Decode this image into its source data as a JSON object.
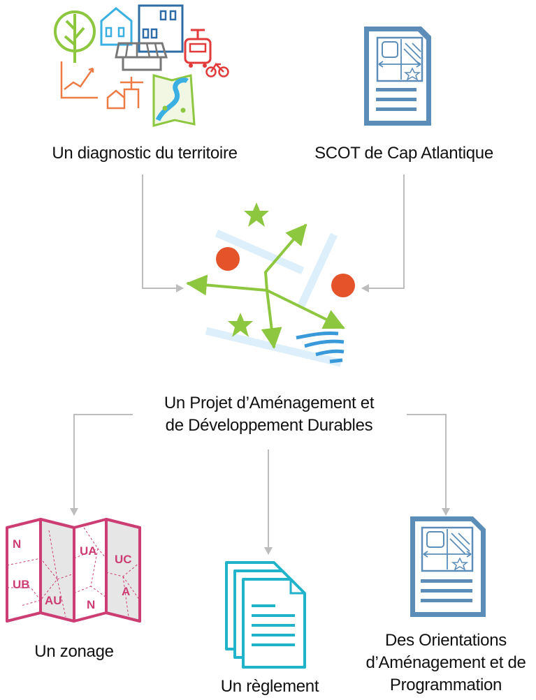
{
  "nodes": {
    "diagnostic": "Un diagnostic du territoire",
    "scot": "SCOT de Cap Atlantique",
    "padd_line1": "Un Projet d’Aménagement et",
    "padd_line2": "de Développement Durables",
    "zonage": "Un zonage",
    "reglement": "Un règlement",
    "oap_line1": "Des Orientations",
    "oap_line2": "d’Aménagement et de",
    "oap_line3": "Programmation"
  },
  "zoning_map_labels": [
    "N",
    "UB",
    "AU",
    "UA",
    "N",
    "UC",
    "A"
  ],
  "icons": {
    "diagnostic": "territory-collage-icon",
    "scot": "plan-document-icon",
    "padd": "project-map-icon",
    "zonage": "zoning-map-icon",
    "reglement": "stacked-documents-icon",
    "oap": "plan-document-icon"
  },
  "colors": {
    "arrow": "#bdbdbd",
    "document": "#5b8db8",
    "padd_arrow": "#8dc63f",
    "padd_dot": "#e4532a",
    "zonage": "#cc3d74",
    "reglement": "#20b3c9"
  }
}
